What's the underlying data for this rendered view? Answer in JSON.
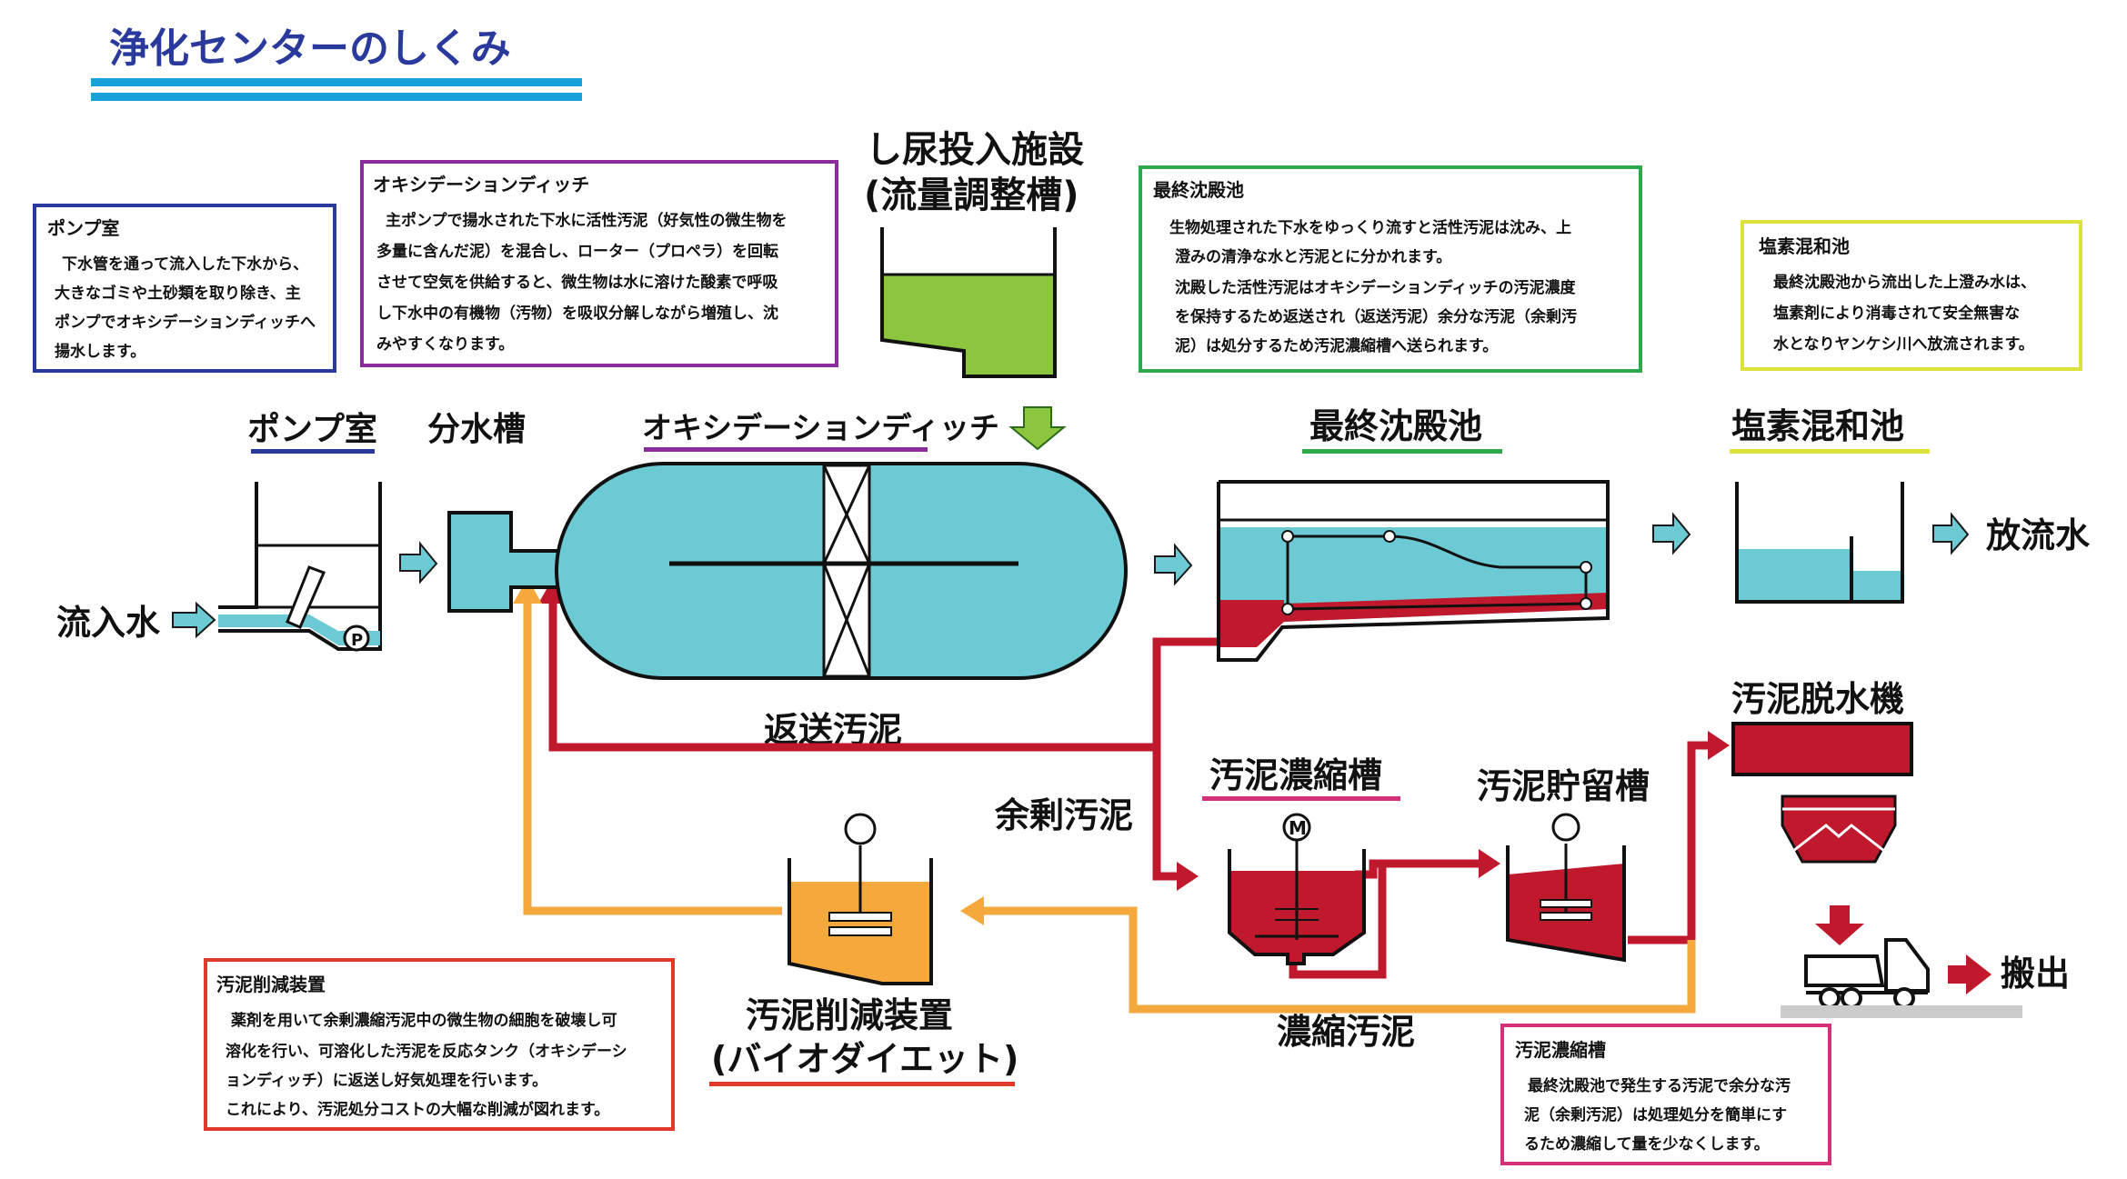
{
  "title": "浄化センターのしくみ",
  "colors": {
    "water": "#6ccad4",
    "sludge": "#c0182c",
    "green": "#8cc63e",
    "orange": "#f5a93c",
    "navy": "#2a3a9c",
    "purple": "#8a2c9a",
    "greenbox": "#2ea84a",
    "yellowbox": "#dde23a",
    "redbox": "#e23a2a",
    "pinkbox": "#d4317a"
  },
  "labels": {
    "inflow": "流入水",
    "pump_room": "ポンプ室",
    "distribution": "分水槽",
    "ditch": "オキシデーションディッチ",
    "night_soil_1": "し尿投入施設",
    "night_soil_2": "(流量調整槽)",
    "final_settling": "最終沈殿池",
    "chlorine": "塩素混和池",
    "discharge": "放流水",
    "return_sludge": "返送汚泥",
    "excess_sludge": "余剰汚泥",
    "thickener": "汚泥濃縮槽",
    "storage": "汚泥貯留槽",
    "dewatering": "汚泥脱水機",
    "carry_out": "搬出",
    "thickened_sludge": "濃縮汚泥",
    "reduction_1": "汚泥削減装置",
    "reduction_2": "(バイオダイエット)",
    "pump_p": "P",
    "motor_m": "M"
  },
  "boxes": {
    "pump": {
      "title": "ポンプ室",
      "lines": [
        "下水管を通って流入した下水から、",
        "大きなゴミや土砂類を取り除き、主",
        "ポンプでオキシデーションディッチへ",
        "揚水します。"
      ]
    },
    "ditch": {
      "title": "オキシデーションディッチ",
      "lines": [
        "主ポンプで揚水された下水に活性汚泥（好気性の微生物を",
        "多量に含んだ泥）を混合し、ローター（プロペラ）を回転",
        "させて空気を供給すると、微生物は水に溶けた酸素で呼吸",
        "し下水中の有機物（汚物）を吸収分解しながら増殖し、沈",
        "みやすくなります。"
      ]
    },
    "final": {
      "title": "最終沈殿池",
      "lines": [
        "生物処理された下水をゆっくり流すと活性汚泥は沈み、上",
        "澄みの清浄な水と汚泥とに分かれます。",
        "沈殿した活性汚泥はオキシデーションディッチの汚泥濃度",
        "を保持するため返送され（返送汚泥）余分な汚泥（余剰汚",
        "泥）は処分するため汚泥濃縮槽へ送られます。"
      ]
    },
    "chlorine": {
      "title": "塩素混和池",
      "lines": [
        "最終沈殿池から流出した上澄み水は、",
        "塩素剤により消毒されて安全無害な",
        "水となりヤンケシ川へ放流されます。"
      ]
    },
    "reduction": {
      "title": "汚泥削減装置",
      "lines": [
        "薬剤を用いて余剰濃縮汚泥中の微生物の細胞を破壊し可",
        "溶化を行い、可溶化した汚泥を反応タンク（オキシデーシ",
        "ョンディッチ）に返送し好気処理を行います。",
        "これにより、汚泥処分コストの大幅な削減が図れます。"
      ]
    },
    "thickener": {
      "title": "汚泥濃縮槽",
      "lines": [
        "最終沈殿池で発生する汚泥で余分な汚",
        "泥（余剰汚泥）は処理処分を簡単にす",
        "るため濃縮して量を少なくします。"
      ]
    }
  }
}
